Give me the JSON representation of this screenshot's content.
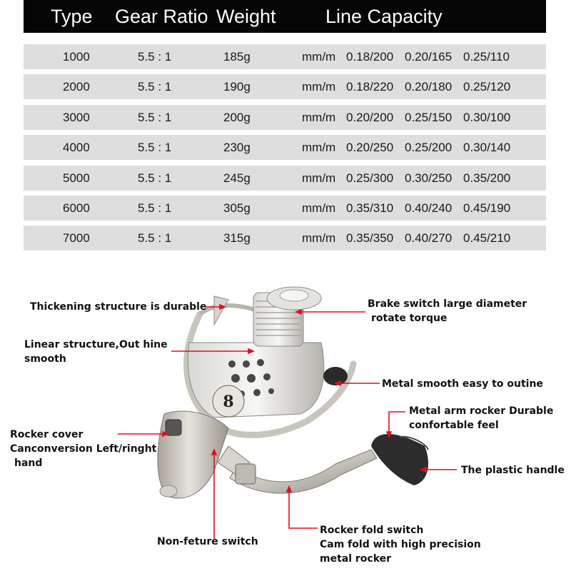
{
  "table": {
    "headers": {
      "type": "Type",
      "gear_ratio": "Gear Ratio",
      "weight": "Weight",
      "line_capacity": "Line Capacity"
    },
    "rows": [
      {
        "type": "1000",
        "gear_ratio": "5.5 : 1",
        "weight": "185g",
        "unit": "mm/m",
        "cap1": "0.18/200",
        "cap2": "0.20/165",
        "cap3": "0.25/110"
      },
      {
        "type": "2000",
        "gear_ratio": "5.5 : 1",
        "weight": "190g",
        "unit": "mm/m",
        "cap1": "0.18/220",
        "cap2": "0.20/180",
        "cap3": "0.25/120"
      },
      {
        "type": "3000",
        "gear_ratio": "5.5 : 1",
        "weight": "200g",
        "unit": "mm/m",
        "cap1": "0.20/200",
        "cap2": "0.25/150",
        "cap3": "0.30/100"
      },
      {
        "type": "4000",
        "gear_ratio": "5.5 : 1",
        "weight": "230g",
        "unit": "mm/m",
        "cap1": "0.20/250",
        "cap2": "0.25/200",
        "cap3": "0.30/140"
      },
      {
        "type": "5000",
        "gear_ratio": "5.5 : 1",
        "weight": "245g",
        "unit": "mm/m",
        "cap1": "0.25/300",
        "cap2": "0.30/250",
        "cap3": "0.35/200"
      },
      {
        "type": "6000",
        "gear_ratio": "5.5 : 1",
        "weight": "305g",
        "unit": "mm/m",
        "cap1": "0.35/310",
        "cap2": "0.40/240",
        "cap3": "0.45/190"
      },
      {
        "type": "7000",
        "gear_ratio": "5.5 : 1",
        "weight": "315g",
        "unit": "mm/m",
        "cap1": "0.35/350",
        "cap2": "0.40/270",
        "cap3": "0.45/210"
      }
    ]
  },
  "diagram": {
    "product_icon": "spinning-reel-illustration",
    "reel_badge": "8",
    "callouts": {
      "thickening": "Thickening structure is durable",
      "linear_1": "Linear structure,Out hine",
      "linear_2": "smooth",
      "brake_1": "Brake switch large diameter",
      "brake_2": "rotate torque",
      "metal_smooth": "Metal smooth easy to outine",
      "metal_arm_1": "Metal arm rocker Durable",
      "metal_arm_2": "confortable feel",
      "rocker_cover_1": "Rocker cover",
      "rocker_cover_2": "Canconversion Left/ringht",
      "rocker_cover_3": "hand",
      "plastic_handle": "The plastic handle",
      "non_feture": "Non-feture switch",
      "rocker_fold_1": "Rocker fold switch",
      "rocker_fold_2": "Cam fold with high precision",
      "rocker_fold_3": "metal rocker"
    },
    "leader_color": "#e0101a"
  }
}
